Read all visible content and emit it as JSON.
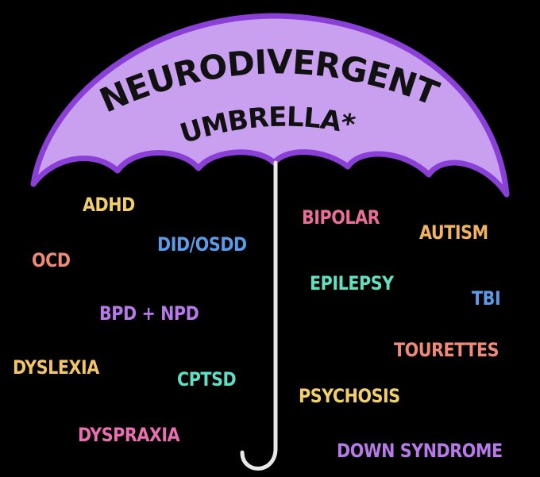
{
  "title": {
    "line1": "NEURODIVERGENT",
    "line2": "UMBRELLA*"
  },
  "colors": {
    "background": "#000000",
    "canopy_fill": "#c9a0f0",
    "canopy_outline": "#8a3fd6",
    "handle": "#e8e8e8",
    "title_text": "#111111"
  },
  "conditions": [
    {
      "key": "adhd",
      "label": "ADHD",
      "color": "#f2cf6b"
    },
    {
      "key": "did_osdd",
      "label": "DID/OSDD",
      "color": "#5b9be8"
    },
    {
      "key": "ocd",
      "label": "OCD",
      "color": "#f08a78"
    },
    {
      "key": "bpd_npd",
      "label": "BPD + NPD",
      "color": "#b77ae8"
    },
    {
      "key": "dyslexia",
      "label": "DYSLEXIA",
      "color": "#f2c46b"
    },
    {
      "key": "cptsd",
      "label": "CPTSD",
      "color": "#5fe0c6"
    },
    {
      "key": "dyspraxia",
      "label": "DYSPRAXIA",
      "color": "#e86fb0"
    },
    {
      "key": "bipolar",
      "label": "BIPOLAR",
      "color": "#e86f9a"
    },
    {
      "key": "autism",
      "label": "AUTISM",
      "color": "#f2b45f"
    },
    {
      "key": "epilepsy",
      "label": "EPILEPSY",
      "color": "#63e0c0"
    },
    {
      "key": "tbi",
      "label": "TBI",
      "color": "#5b9be8"
    },
    {
      "key": "tourettes",
      "label": "TOURETTES",
      "color": "#f08a78"
    },
    {
      "key": "psychosis",
      "label": "PSYCHOSIS",
      "color": "#f2cf6b"
    },
    {
      "key": "down_syndrome",
      "label": "DOWN SYNDROME",
      "color": "#b77ae8"
    }
  ]
}
